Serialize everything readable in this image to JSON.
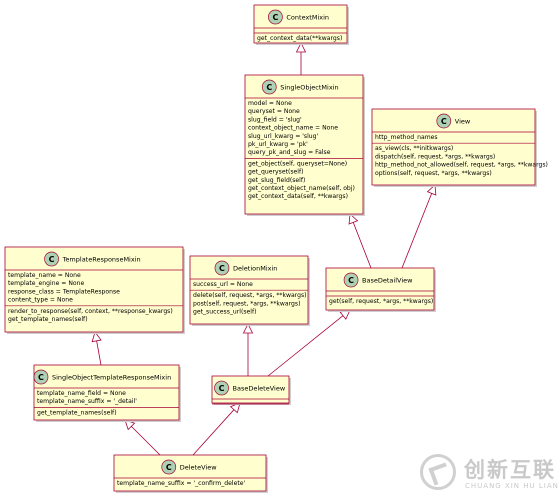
{
  "classes": [
    {
      "id": "ContextMixin",
      "name": "ContextMixin",
      "attributes": [],
      "methods": [
        "get_context_data(**kwargs)"
      ]
    },
    {
      "id": "SingleObjectMixin",
      "name": "SingleObjectMixin",
      "attributes": [
        "model = None",
        "queryset = None",
        "slug_field = 'slug'",
        "context_object_name = None",
        "slug_url_kwarg = 'slug'",
        "pk_url_kwarg = 'pk'",
        "query_pk_and_slug = False"
      ],
      "methods": [
        "get_object(self, queryset=None)",
        "get_queryset(self)",
        "get_slug_field(self)",
        "get_context_object_name(self, obj)",
        "get_context_data(self, **kwargs)"
      ]
    },
    {
      "id": "View",
      "name": "View",
      "attributes": [
        "http_method_names"
      ],
      "methods": [
        "as_view(cls, **initkwargs)",
        "dispatch(self, request, *args, **kwargs)",
        "http_method_not_allowed(self, request, *args, **kwargs)",
        "options(self, request, *args, **kwargs)"
      ]
    },
    {
      "id": "TemplateResponseMixin",
      "name": "TemplateResponseMixin",
      "attributes": [
        "template_name = None",
        "template_engine = None",
        "response_class = TemplateResponse",
        "content_type = None"
      ],
      "methods": [
        "render_to_response(self, context, **response_kwargs)",
        "get_template_names(self)"
      ]
    },
    {
      "id": "DeletionMixin",
      "name": "DeletionMixin",
      "attributes": [
        "success_url = None"
      ],
      "methods": [
        "delete(self, request, *args, **kwargs)",
        "post(self, request, *args, **kwargs)",
        "get_success_url(self)"
      ]
    },
    {
      "id": "BaseDetailView",
      "name": "BaseDetailView",
      "attributes": [],
      "methods": [
        "get(self, request, *args, **kwargs)"
      ]
    },
    {
      "id": "SingleObjectTemplateResponseMixin",
      "name": "SingleObjectTemplateResponseMixin",
      "attributes": [
        "template_name_field = None",
        "template_name_suffix = '_detail'"
      ],
      "methods": [
        "get_template_names(self)"
      ]
    },
    {
      "id": "BaseDeleteView",
      "name": "BaseDeleteView",
      "attributes": [],
      "methods": []
    },
    {
      "id": "DeleteView",
      "name": "DeleteView",
      "attributes": [
        "template_name_suffix = '_confirm_delete'"
      ],
      "methods": []
    }
  ],
  "relations": [
    {
      "child": "SingleObjectMixin",
      "parent": "ContextMixin"
    },
    {
      "child": "BaseDetailView",
      "parent": "SingleObjectMixin"
    },
    {
      "child": "BaseDetailView",
      "parent": "View"
    },
    {
      "child": "SingleObjectTemplateResponseMixin",
      "parent": "TemplateResponseMixin"
    },
    {
      "child": "BaseDeleteView",
      "parent": "DeletionMixin"
    },
    {
      "child": "BaseDeleteView",
      "parent": "BaseDetailView"
    },
    {
      "child": "DeleteView",
      "parent": "SingleObjectTemplateResponseMixin"
    },
    {
      "child": "DeleteView",
      "parent": "BaseDeleteView"
    }
  ],
  "stereotype_letter": "C",
  "watermark": {
    "cn": "创新互联",
    "en": "CHUANG XIN HU LIAN"
  },
  "colors": {
    "box_fill": "#fefece",
    "border": "#a80036",
    "circle": "#add1b2",
    "line": "#a80036",
    "text": "#000000"
  }
}
